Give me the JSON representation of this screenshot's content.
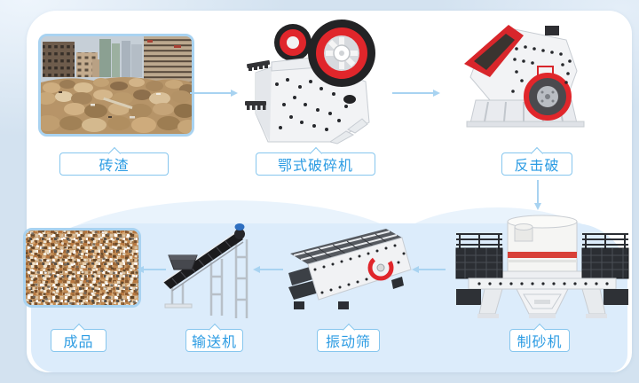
{
  "diagram": {
    "kind": "process-flow",
    "language": "zh-CN"
  },
  "flow": {
    "stages": [
      {
        "id": "brick-slag",
        "label": "砖渣",
        "kind": "photo"
      },
      {
        "id": "jaw-crusher",
        "label": "鄂式破碎机",
        "kind": "machine-illustration"
      },
      {
        "id": "impact-crusher",
        "label": "反击破",
        "kind": "machine-illustration"
      },
      {
        "id": "sand-maker",
        "label": "制砂机",
        "kind": "machine-illustration"
      },
      {
        "id": "vibrating-screen",
        "label": "振动筛",
        "kind": "machine-illustration"
      },
      {
        "id": "conveyor",
        "label": "输送机",
        "kind": "machine-illustration"
      },
      {
        "id": "finished-product",
        "label": "成品",
        "kind": "photo"
      }
    ],
    "arrows": [
      {
        "from": "brick-slag",
        "to": "jaw-crusher",
        "direction": "right"
      },
      {
        "from": "jaw-crusher",
        "to": "impact-crusher",
        "direction": "right"
      },
      {
        "from": "impact-crusher",
        "to": "sand-maker",
        "direction": "down"
      },
      {
        "from": "sand-maker",
        "to": "vibrating-screen",
        "direction": "left"
      },
      {
        "from": "vibrating-screen",
        "to": "conveyor",
        "direction": "left"
      },
      {
        "from": "conveyor",
        "to": "finished-product",
        "direction": "left"
      }
    ]
  },
  "colors": {
    "page_background": "#d3e2f0",
    "card_background": "#ffffff",
    "bottom_blob": "#dcecfb",
    "blob_highlight": "#e9f3fc",
    "label_border": "#86c6ee",
    "label_text": "#2d9ce3",
    "photo_border": "#a9d3f1",
    "arrow": "#a8d3f1",
    "machine_red": "#e0262b",
    "machine_body": "#f2f3f5",
    "machine_dark": "#26282c"
  }
}
